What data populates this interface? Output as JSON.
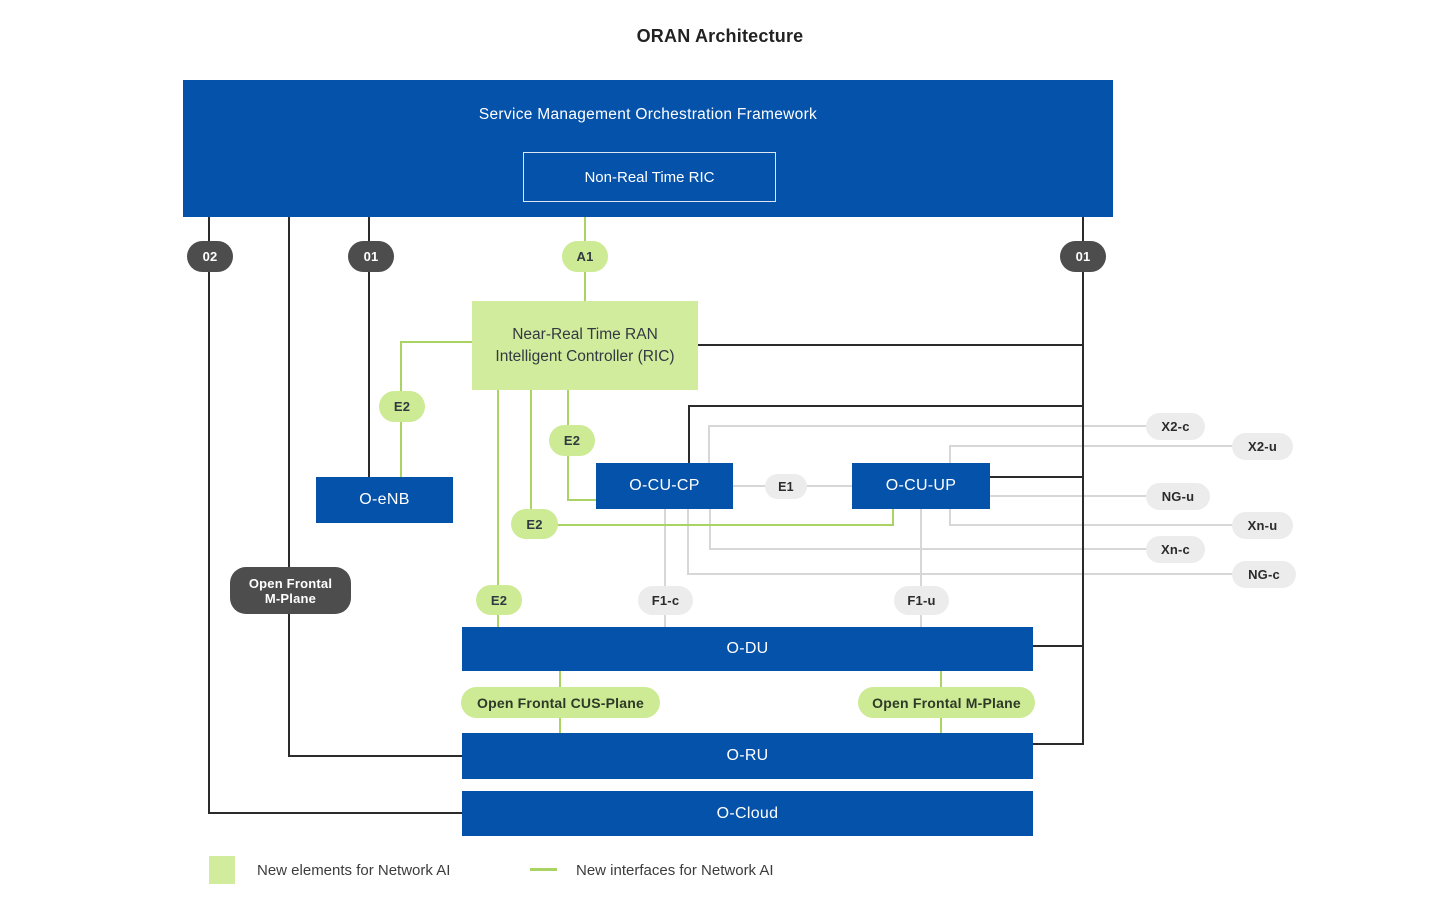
{
  "title": "ORAN Architecture",
  "smo": {
    "label": "Service Management Orchestration Framework",
    "non_rt_ric": "Non-Real Time RIC"
  },
  "ric": {
    "line1": "Near-Real Time RAN",
    "line2": "Intelligent Controller (RIC)"
  },
  "nodes": {
    "o_enb": "O-eNB",
    "o_cu_cp": "O-CU-CP",
    "o_cu_up": "O-CU-UP",
    "o_du": "O-DU",
    "o_ru": "O-RU",
    "o_cloud": "O-Cloud"
  },
  "badges": {
    "o2": "02",
    "o1_left": "01",
    "a1": "A1",
    "o1_right": "01",
    "e2": "E2",
    "e1": "E1",
    "f1_c": "F1-c",
    "f1_u": "F1-u",
    "x2_c": "X2-c",
    "x2_u": "X2-u",
    "ng_u": "NG-u",
    "xn_u": "Xn-u",
    "xn_c": "Xn-c",
    "ng_c": "NG-c",
    "open_frontal_m_plane_line1": "Open Frontal",
    "open_frontal_m_plane_line2": "M-Plane",
    "open_frontal_cus_plane": "Open Frontal CUS-Plane",
    "open_frontal_m_plane": "Open Frontal M-Plane"
  },
  "legend": {
    "new_elements": "New elements for Network AI",
    "new_interfaces": "New interfaces for Network AI"
  },
  "colors": {
    "blue": "#0552ab",
    "green_fill": "#d2ec9e",
    "green_pill": "#cdea94",
    "green_line": "#a9d464",
    "dark_pill": "#4d4d4d",
    "gray_pill": "#ececec",
    "gray_line": "#d7d7d7",
    "black_line": "#2b2b2b"
  }
}
